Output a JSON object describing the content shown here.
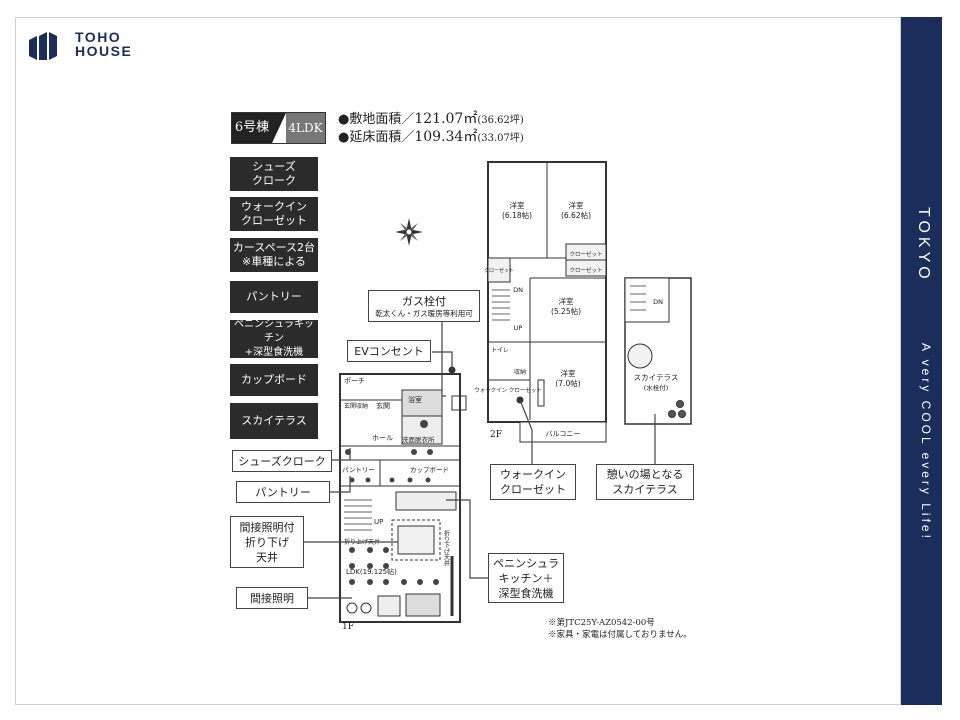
{
  "brand": {
    "line1": "TOHO",
    "line2": "HOUSE"
  },
  "sidebar": {
    "city": "TOKYO",
    "tagline": "A very COOL every Life!"
  },
  "unit": {
    "number": "6号棟",
    "layout": "4LDK"
  },
  "areas": {
    "site_label": "●敷地面積／",
    "site_value": "121.07㎡",
    "site_tsubo": "(36.62坪)",
    "floor_label": "●延床面積／",
    "floor_value": "109.34㎡",
    "floor_tsubo": "(33.07坪)"
  },
  "features": [
    "シューズ\nクローク",
    "ウォークイン\nクローゼット",
    "カースペース2台\n※車種による",
    "パントリー",
    "ペニンシュラキッチン\n+深型食洗機",
    "カップボード",
    "スカイテラス"
  ],
  "callouts": {
    "gas": {
      "title": "ガス栓付",
      "sub": "乾太くん・ガス暖房等利用可"
    },
    "ev": "EVコンセント",
    "shoes": "シューズクローク",
    "pantry": "パントリー",
    "ceiling": "間接照明付\n折り下げ\n天井",
    "indirect": "間接照明",
    "walkin": "ウォークイン\nクローゼット",
    "terrace": "憩いの場となる\nスカイテラス",
    "kitchen": "ペニンシュラ\nキッチン＋\n深型食洗機"
  },
  "floor1": {
    "label": "1F",
    "rooms": [
      "浴室",
      "玄関",
      "ホール",
      "洗面脱衣所",
      "パントリー",
      "カップボード",
      "LDK(19.125帖)",
      "UP",
      "ポーチ",
      "玄関収納",
      "折り上げ天井",
      "折り下げ天井"
    ]
  },
  "floor2": {
    "label": "2F",
    "rooms": [
      {
        "name": "洋室",
        "size": "(6.18帖)"
      },
      {
        "name": "洋室",
        "size": "(6.62帖)"
      },
      {
        "name": "洋室",
        "size": "(5.25帖)"
      },
      {
        "name": "洋室",
        "size": "(7.0帖)"
      }
    ],
    "labels": [
      "クローゼット",
      "クローゼット",
      "クローゼット",
      "DN",
      "UP",
      "トイレ",
      "収納",
      "ウォークイン\nクローゼット",
      "バルコニー"
    ]
  },
  "roof": {
    "terrace": "スカイテラス",
    "faucet": "(水栓付)",
    "dn": "DN"
  },
  "notes": [
    "※第JTC25Y-AZ0542-00号",
    "※家具・家電は付属しておりません。"
  ]
}
